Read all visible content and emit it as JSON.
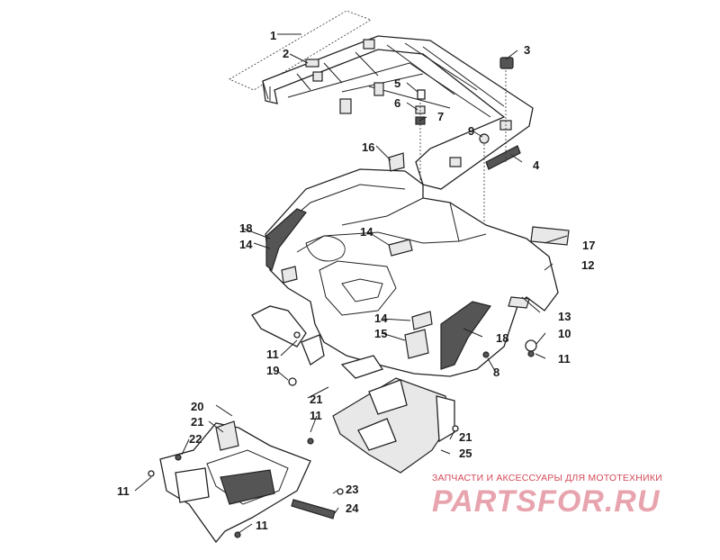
{
  "callouts": {
    "c1": "1",
    "c2": "2",
    "c3": "3",
    "c4": "4",
    "c5": "5",
    "c6": "6",
    "c7": "7",
    "c8": "8",
    "c9": "9",
    "c10": "10",
    "c11a": "11",
    "c11b": "11",
    "c11c": "11",
    "c11d": "11",
    "c11e": "11",
    "c12": "12",
    "c13": "13",
    "c14a": "14",
    "c14b": "14",
    "c14c": "14",
    "c15": "15",
    "c16": "16",
    "c17": "17",
    "c18a": "18",
    "c18b": "18",
    "c19": "19",
    "c20": "20",
    "c21a": "21",
    "c21b": "21",
    "c21c": "21",
    "c22": "22",
    "c23": "23",
    "c24": "24",
    "c25": "25"
  },
  "watermark": {
    "caption": "ЗАПЧАСТИ И АКСЕССУАРЫ ДЛЯ МОТОТЕХНИКИ",
    "logo": "PARTSFOR.RU"
  },
  "colors": {
    "watermark_red": "#d44a5a",
    "watermark_pink": "#e8a4ae",
    "line": "#222222"
  }
}
